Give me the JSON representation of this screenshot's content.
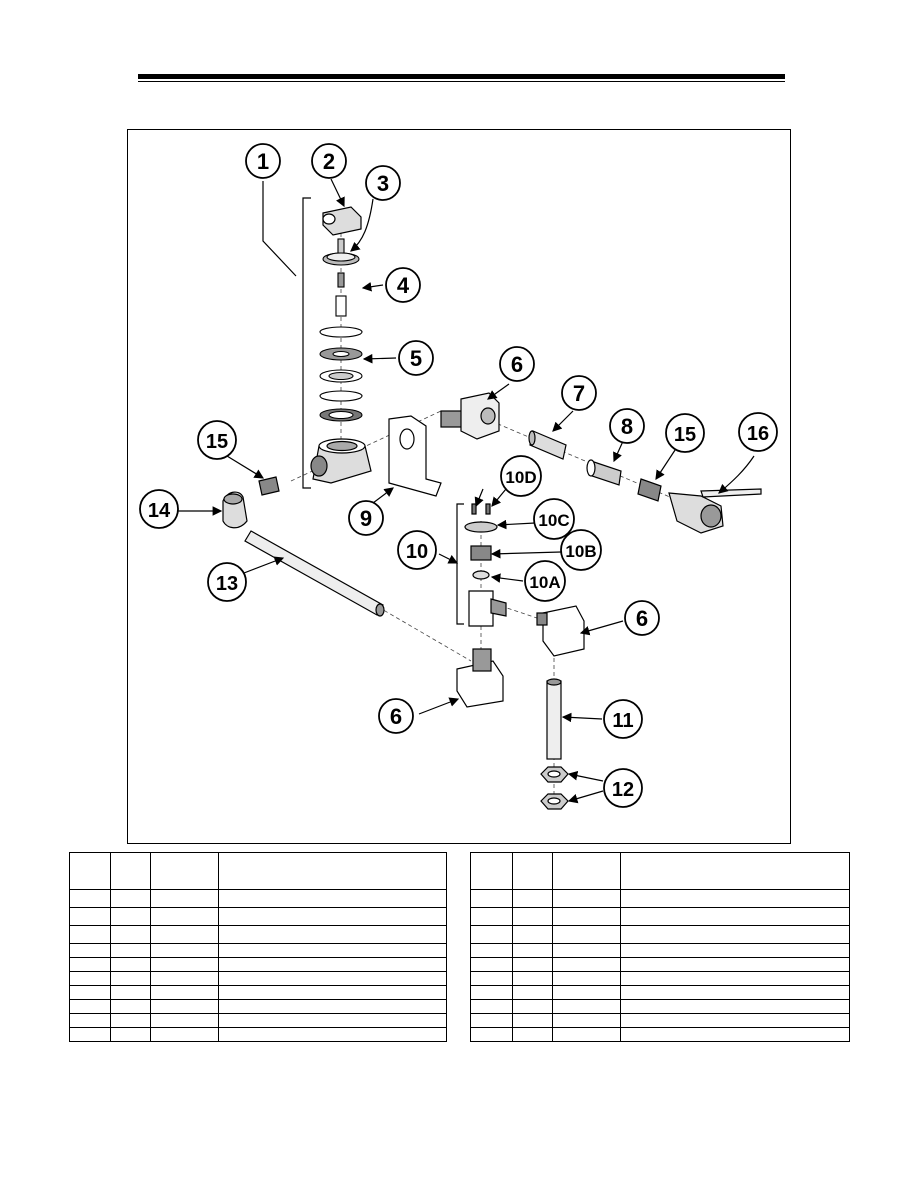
{
  "diagram": {
    "callouts": [
      {
        "id": "1",
        "label": "1"
      },
      {
        "id": "2",
        "label": "2"
      },
      {
        "id": "3",
        "label": "3"
      },
      {
        "id": "4",
        "label": "4"
      },
      {
        "id": "5",
        "label": "5"
      },
      {
        "id": "6a",
        "label": "6"
      },
      {
        "id": "6b",
        "label": "6"
      },
      {
        "id": "6c",
        "label": "6"
      },
      {
        "id": "7",
        "label": "7"
      },
      {
        "id": "8",
        "label": "8"
      },
      {
        "id": "9",
        "label": "9"
      },
      {
        "id": "10",
        "label": "10"
      },
      {
        "id": "10A",
        "label": "10A"
      },
      {
        "id": "10B",
        "label": "10B"
      },
      {
        "id": "10C",
        "label": "10C"
      },
      {
        "id": "10D",
        "label": "10D"
      },
      {
        "id": "11",
        "label": "11"
      },
      {
        "id": "12",
        "label": "12"
      },
      {
        "id": "13",
        "label": "13"
      },
      {
        "id": "14",
        "label": "14"
      },
      {
        "id": "15a",
        "label": "15"
      },
      {
        "id": "15b",
        "label": "15"
      },
      {
        "id": "16",
        "label": "16"
      }
    ]
  },
  "parts_tables": {
    "left": {
      "header": [
        "",
        "",
        "",
        ""
      ],
      "rows": [
        [
          "",
          "",
          "",
          ""
        ],
        [
          "",
          "",
          "",
          ""
        ],
        [
          "",
          "",
          "",
          ""
        ],
        [
          "",
          "",
          "",
          ""
        ],
        [
          "",
          "",
          "",
          ""
        ],
        [
          "",
          "",
          "",
          ""
        ],
        [
          "",
          "",
          "",
          ""
        ],
        [
          "",
          "",
          "",
          ""
        ],
        [
          "",
          "",
          "",
          ""
        ],
        [
          "",
          "",
          "",
          ""
        ]
      ]
    },
    "right": {
      "header": [
        "",
        "",
        "",
        ""
      ],
      "rows": [
        [
          "",
          "",
          "",
          ""
        ],
        [
          "",
          "",
          "",
          ""
        ],
        [
          "",
          "",
          "",
          ""
        ],
        [
          "",
          "",
          "",
          ""
        ],
        [
          "",
          "",
          "",
          ""
        ],
        [
          "",
          "",
          "",
          ""
        ],
        [
          "",
          "",
          "",
          ""
        ],
        [
          "",
          "",
          "",
          ""
        ],
        [
          "",
          "",
          "",
          ""
        ],
        [
          "",
          "",
          "",
          ""
        ]
      ]
    }
  }
}
